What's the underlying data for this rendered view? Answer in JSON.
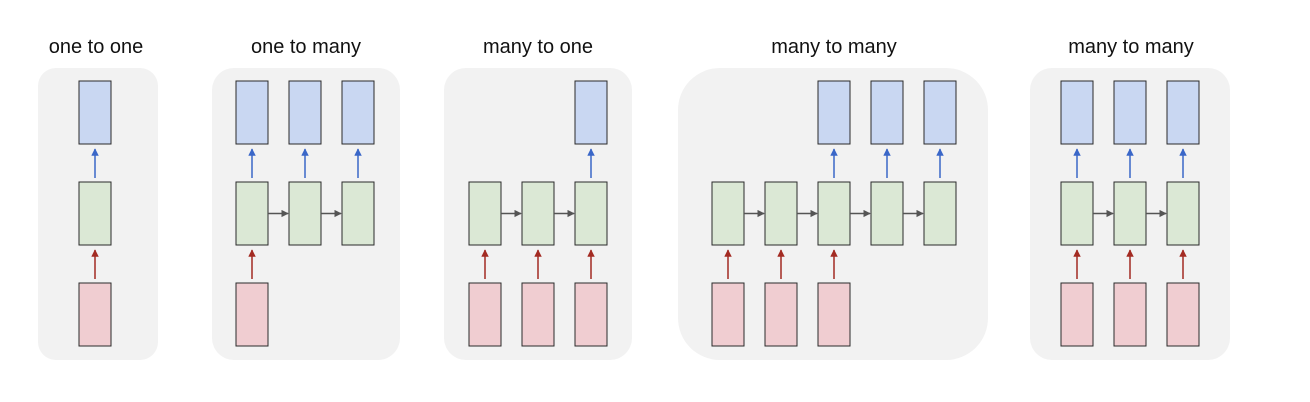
{
  "colors": {
    "panel_background": "#f2f2f2",
    "input_fill": "#f0cdd1",
    "hidden_fill": "#dbe8d5",
    "output_fill": "#c9d7f2",
    "box_stroke": "#2a2a2a",
    "input_arrow": "#a32b22",
    "output_arrow": "#3a67c8",
    "recurrent_arrow": "#555555"
  },
  "panels": [
    {
      "title": "one to one",
      "steps": 1,
      "inputs": [
        0
      ],
      "outputs": [
        0
      ]
    },
    {
      "title": "one to many",
      "steps": 3,
      "inputs": [
        0
      ],
      "outputs": [
        0,
        1,
        2
      ]
    },
    {
      "title": "many to one",
      "steps": 3,
      "inputs": [
        0,
        1,
        2
      ],
      "outputs": [
        2
      ]
    },
    {
      "title": "many to many",
      "steps": 5,
      "inputs": [
        0,
        1,
        2
      ],
      "outputs": [
        2,
        3,
        4
      ]
    },
    {
      "title": "many to many",
      "steps": 3,
      "inputs": [
        0,
        1,
        2
      ],
      "outputs": [
        0,
        1,
        2
      ]
    }
  ]
}
